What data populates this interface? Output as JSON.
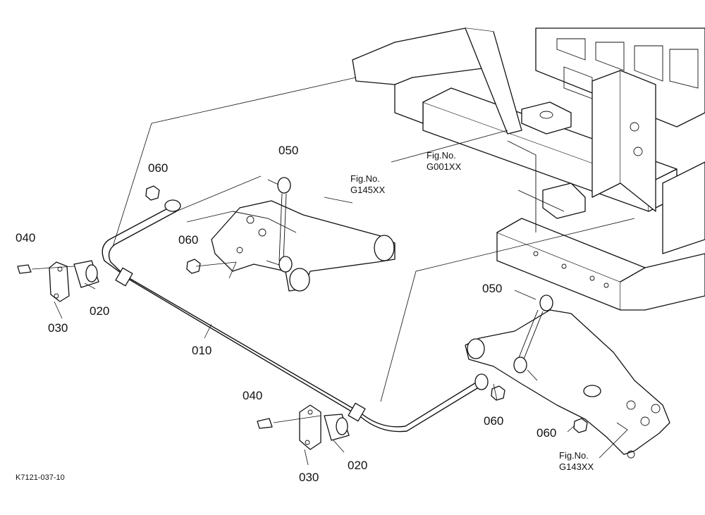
{
  "parts": {
    "p010": "010",
    "p020_left": "020",
    "p020_bottom": "020",
    "p030_left": "030",
    "p030_bottom": "030",
    "p040_left": "040",
    "p040_bottom": "040",
    "p050_top": "050",
    "p050_right": "050",
    "p060_top": "060",
    "p060_mid": "060",
    "p060_right": "060",
    "p060_bottom_right": "060"
  },
  "figures": {
    "g001": {
      "line1": "Fig.No.",
      "line2": "G001XX"
    },
    "g145": {
      "line1": "Fig.No.",
      "line2": "G145XX"
    },
    "g143": {
      "line1": "Fig.No.",
      "line2": "G143XX"
    }
  },
  "drawing_code": "K7121-037-10"
}
